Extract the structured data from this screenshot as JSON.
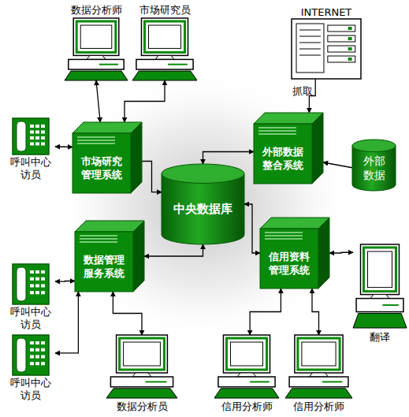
{
  "diagram": {
    "nodes": [
      {
        "text": [
          "INTERNET"
        ]
      },
      {
        "text": [
          "数据分析师"
        ]
      },
      {
        "text": [
          "市场研究员"
        ]
      },
      {
        "text": [
          "呼叫中心 访员"
        ]
      },
      {
        "text": [
          "市场研究 管理系统"
        ]
      },
      {
        "text": [
          "外部数据 整合系统"
        ]
      },
      {
        "text": [
          "外部 数据"
        ]
      },
      {
        "text": [
          "中央数据库"
        ]
      },
      {
        "text": [
          "数据管理 服务系统"
        ]
      },
      {
        "text": [
          "信用资料 管理系统"
        ]
      },
      {
        "text": [
          "翻译"
        ]
      },
      {
        "text": [
          "呼叫中心 访员"
        ]
      },
      {
        "text": [
          "呼叫中心 访员"
        ]
      },
      {
        "text": [
          "数据分析员"
        ]
      },
      {
        "text": [
          "信用分析师"
        ]
      },
      {
        "text": [
          "信用分析师"
        ]
      }
    ],
    "edges": [
      {
        "from": 1,
        "to": 4,
        "arrow": "both"
      },
      {
        "from": 2,
        "to": 4,
        "arrow": "both"
      },
      {
        "from": 3,
        "to": 4,
        "arrow": "both"
      },
      {
        "from": 0,
        "to": 5,
        "label": "抓取",
        "arrow": "to"
      },
      {
        "from": 6,
        "to": 5,
        "arrow": "to"
      },
      {
        "from": 5,
        "to": 7,
        "arrow": "both"
      },
      {
        "from": 4,
        "to": 7,
        "arrow": "to"
      },
      {
        "from": 8,
        "to": 7,
        "arrow": "both"
      },
      {
        "from": 9,
        "to": 7,
        "arrow": "both"
      },
      {
        "from": 11,
        "to": 8,
        "arrow": "both"
      },
      {
        "from": 12,
        "to": 8,
        "arrow": "both"
      },
      {
        "from": 13,
        "to": 8,
        "arrow": "both"
      },
      {
        "from": 14,
        "to": 9,
        "arrow": "both"
      },
      {
        "from": 15,
        "to": 9,
        "arrow": "both"
      },
      {
        "from": 10,
        "to": 9,
        "arrow": "both"
      }
    ]
  }
}
